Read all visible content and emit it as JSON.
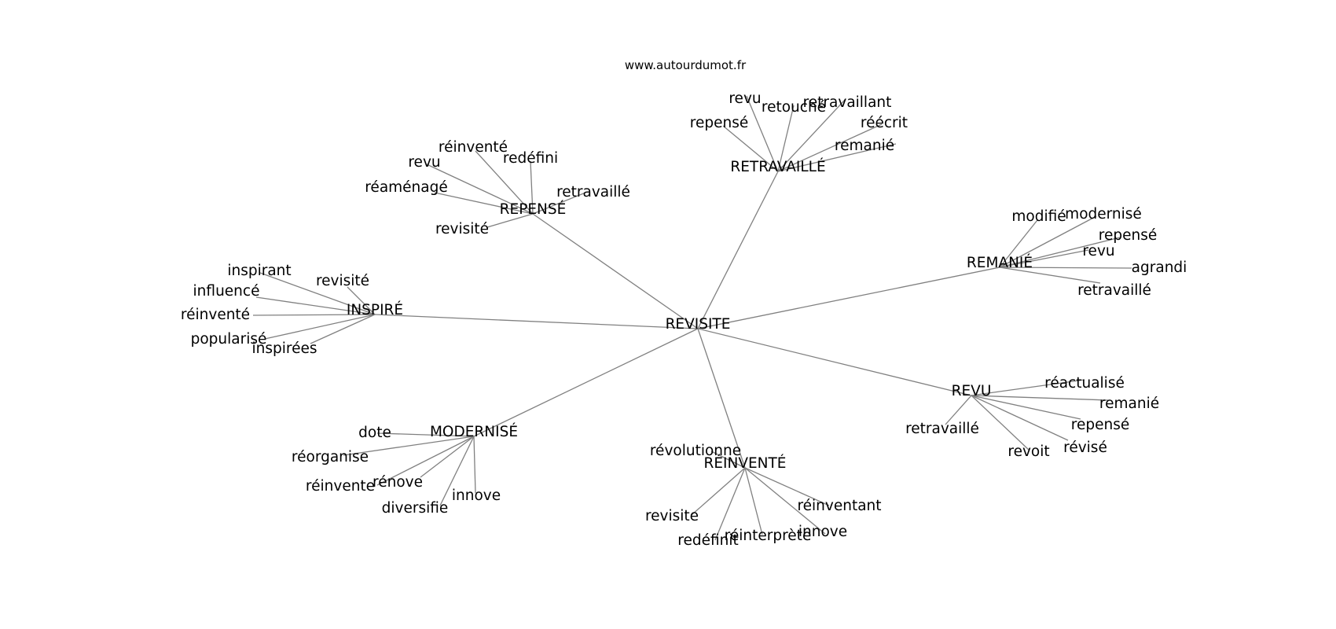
{
  "source": "www.autourdumot.fr",
  "root": "REVISITE",
  "branches": [
    {
      "label": "RETRAVAILLÉ",
      "leaves": [
        "revu",
        "retouché",
        "retravaillant",
        "repensé",
        "réécrit",
        "remanié"
      ]
    },
    {
      "label": "REPENSÉ",
      "leaves": [
        "réinventé",
        "redéfini",
        "revu",
        "réaménagé",
        "retravaillé",
        "revisité"
      ]
    },
    {
      "label": "REMANIÉ",
      "leaves": [
        "modifié",
        "modernisé",
        "repensé",
        "revu",
        "agrandi",
        "retravaillé"
      ]
    },
    {
      "label": "INSPIRÉ",
      "leaves": [
        "inspirant",
        "revisité",
        "influencé",
        "réinventé",
        "popularisé",
        "inspirées"
      ]
    },
    {
      "label": "REVU",
      "leaves": [
        "réactualisé",
        "remanié",
        "repensé",
        "révisé",
        "revoit",
        "retravaillé"
      ]
    },
    {
      "label": "MODERNISÉ",
      "leaves": [
        "dote",
        "réorganise",
        "rénove",
        "réinvente",
        "innove",
        "diversifie"
      ]
    },
    {
      "label": "RÉINVENTÉ",
      "leaves": [
        "révolutionne",
        "réinventant",
        "revisite",
        "innove",
        "redéfinit",
        "réinterprète"
      ]
    }
  ]
}
